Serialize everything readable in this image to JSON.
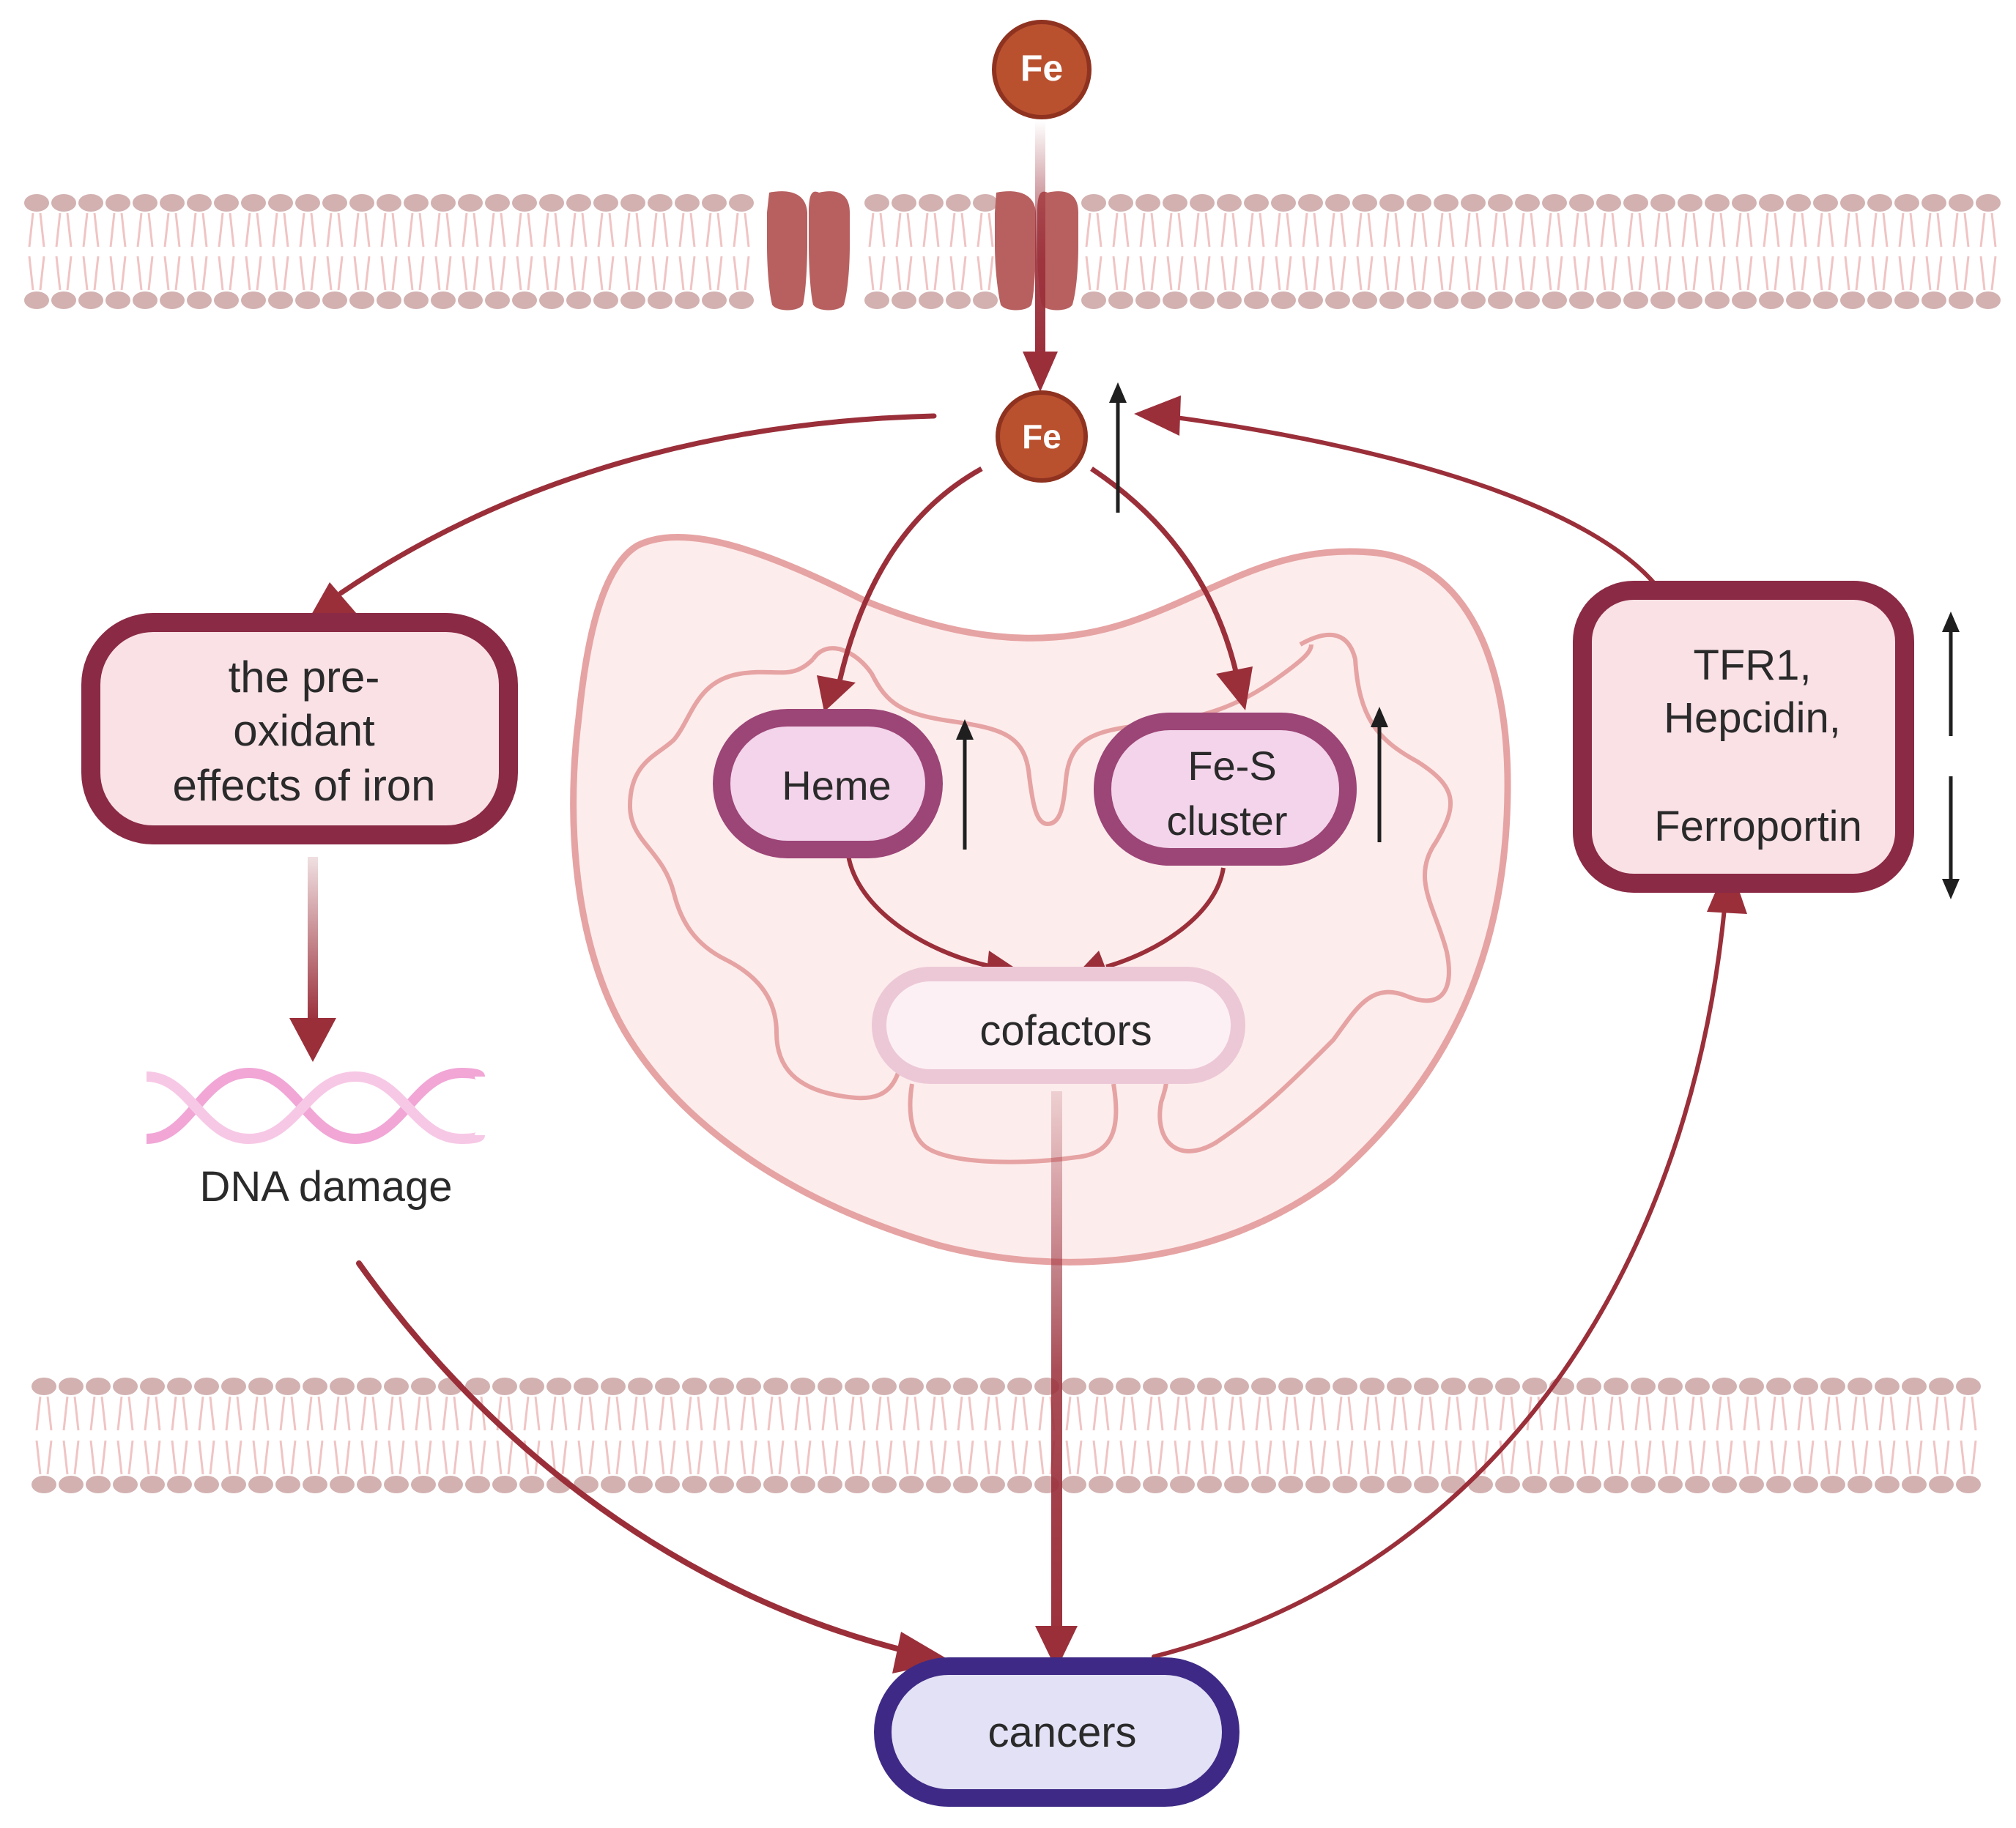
{
  "labels": {
    "fe_outside": "Fe",
    "fe_inside": "Fe",
    "pro_oxidant": [
      "the pre-",
      "oxidant",
      "effects of iron"
    ],
    "heme": "Heme",
    "fes": [
      "Fe-S",
      "cluster"
    ],
    "cofactors": "cofactors",
    "regulators": [
      "TFR1,",
      "Hepcidin,",
      "Ferroportin"
    ],
    "dna_damage": "DNA damage",
    "cancers": "cancers"
  },
  "indicators": {
    "fe_inside": "up",
    "heme": "up",
    "fes": "up",
    "regulators": [
      "up",
      "down"
    ]
  },
  "colors": {
    "arrow": "#9a2f3a",
    "box_border": "#8b2a45",
    "box_fill": "#f9e1e6",
    "mito_membrane": "#e6a3a3",
    "mito_fill": "#fdecec",
    "heme_border": "#9c4577",
    "heme_fill": "#f3d4ea",
    "cofactor_border": "#ecc8d6",
    "cofactor_fill": "#fdf0f5",
    "cancer_border": "#3e2a86",
    "cancer_fill": "#e3e1f5",
    "iron": "#b9512f",
    "channel": "#b86060",
    "lipid_head": "#d3b1b1",
    "lipid_tail": "#f0c4c4",
    "dna": "#f1a6d6",
    "indicator": "#1f1f1f"
  }
}
